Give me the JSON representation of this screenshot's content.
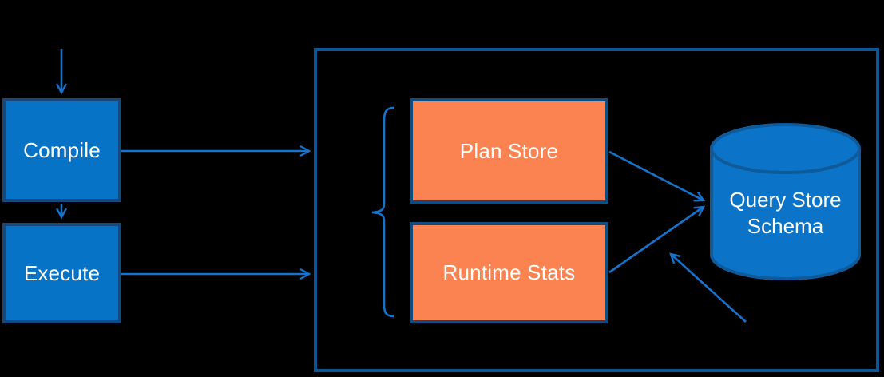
{
  "diagram": {
    "title": "Query Store architecture diagram",
    "nodes": {
      "compile": {
        "label": "Compile"
      },
      "execute": {
        "label": "Execute"
      },
      "plan_store": {
        "label": "Plan Store"
      },
      "runtime_stats": {
        "label": "Runtime Stats"
      },
      "query_store_schema": {
        "label": "Query Store Schema"
      }
    },
    "shapes": {
      "container": "large-outlined-rectangle",
      "brace": "left-curly-brace-grouping-plan-store-and-runtime-stats",
      "database": "cylinder"
    },
    "connections": [
      {
        "from": "top-edge",
        "to": "compile",
        "type": "arrow"
      },
      {
        "from": "compile",
        "to": "execute",
        "type": "arrow"
      },
      {
        "from": "compile",
        "to": "container",
        "type": "arrow"
      },
      {
        "from": "execute",
        "to": "container",
        "type": "arrow"
      },
      {
        "from": "plan_store",
        "to": "query_store_schema",
        "type": "arrow"
      },
      {
        "from": "runtime_stats",
        "to": "query_store_schema",
        "type": "arrow"
      },
      {
        "from": "bottom-right",
        "to": "query_store_schema",
        "type": "arrow"
      }
    ],
    "colors": {
      "background": "#000000",
      "blue_fill": "#0773c6",
      "blue_border": "#15487c",
      "orange_fill": "#fb8351",
      "orange_border": "#0f4c80",
      "container_border": "#0c5796",
      "connector": "#1573cb",
      "cylinder_fill": "#0b74c8",
      "cylinder_border": "#0e5a9a",
      "text": "#ffffff"
    }
  }
}
